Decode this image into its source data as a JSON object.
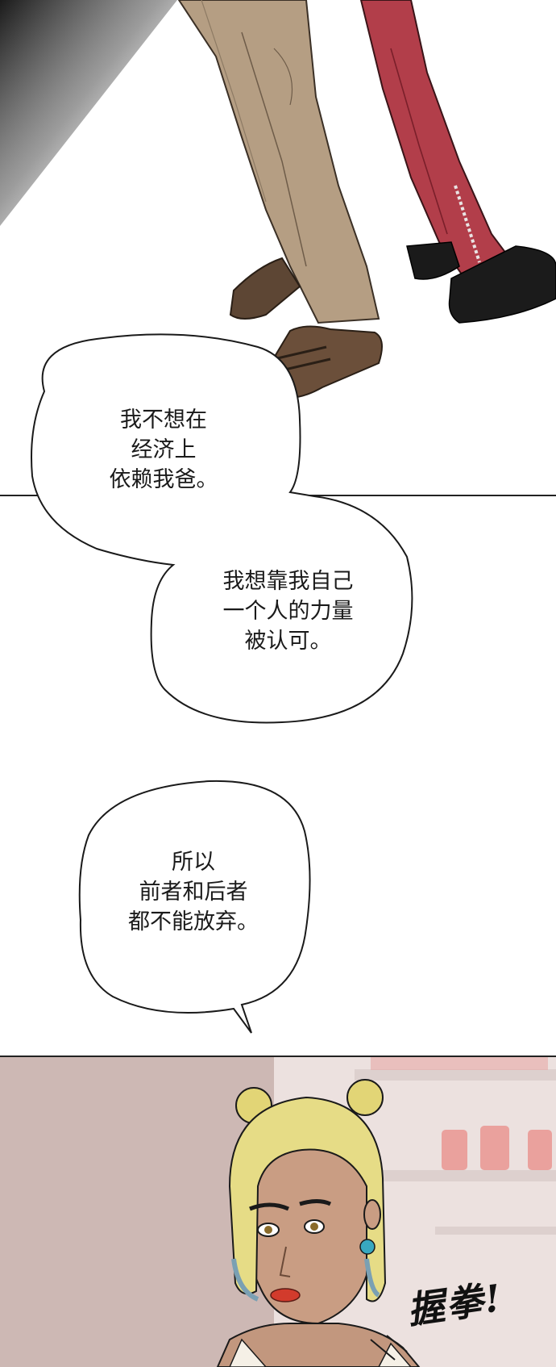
{
  "bubbles": [
    {
      "lines": [
        "我不想在",
        "经济上",
        "依赖我爸。"
      ]
    },
    {
      "lines": [
        "我想靠我自己",
        "一个人的力量",
        "被认可。"
      ]
    },
    {
      "lines": [
        "所以",
        "前者和后者",
        "都不能放弃。"
      ]
    }
  ],
  "sfx": {
    "text": "握拳!"
  }
}
